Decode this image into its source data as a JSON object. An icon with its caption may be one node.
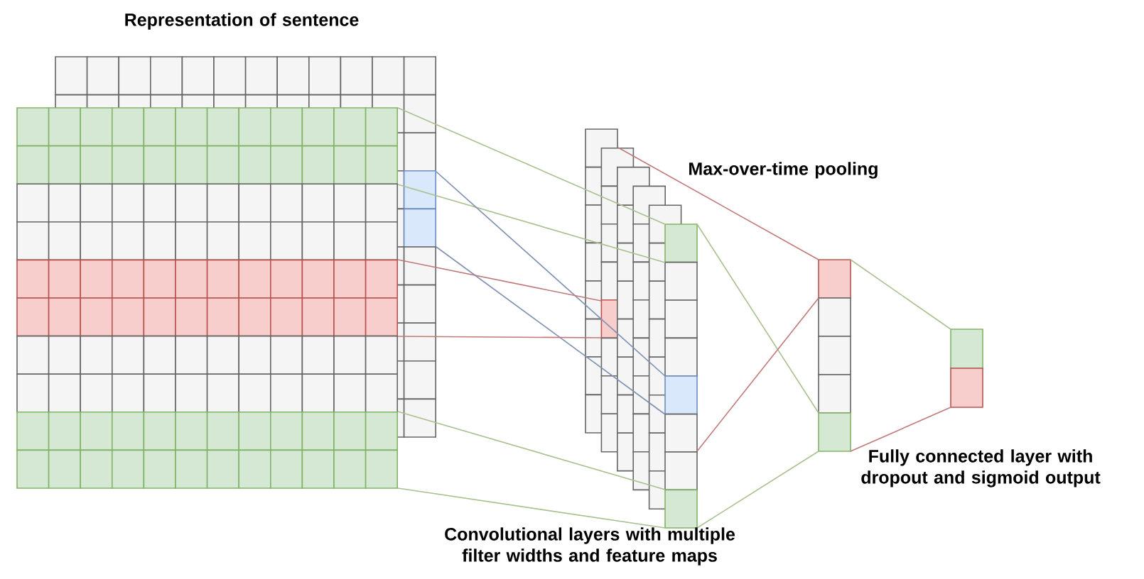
{
  "diagram": {
    "labels": [
      "Representation of sentence",
      "Max-over-time pooling",
      "Convolutional layers with multiple filter widths and feature maps",
      "Fully connected layer with dropout and sigmoid output"
    ]
  }
}
